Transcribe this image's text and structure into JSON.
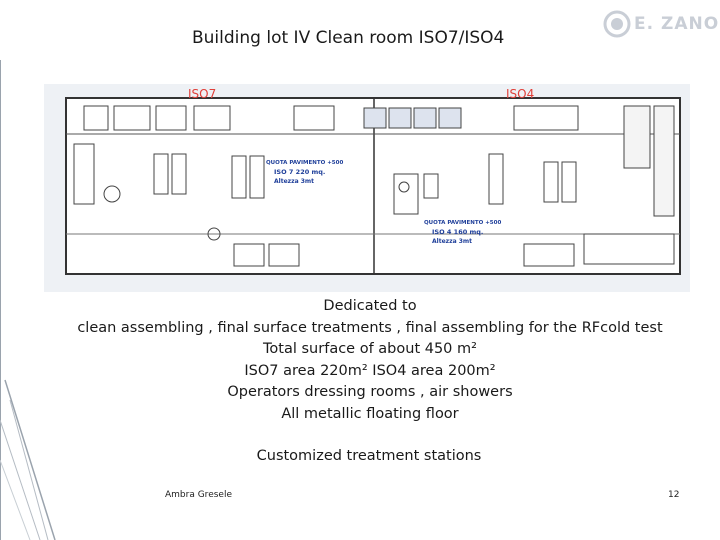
{
  "slide": {
    "title": "Building lot IV   Clean room ISO7/ISO4",
    "logo_text": "E. ZANON",
    "floorplan": {
      "zone_left_label": "ISO7",
      "zone_right_label": "ISO4",
      "quota_left_1": "QUOTA PAVIMENTO +500",
      "quota_left_2": "ISO 7  220 mq.",
      "quota_left_3": "Altezza 3mt",
      "quota_right_1": "QUOTA PAVIMENTO +500",
      "quota_right_2": "ISO 4  160 mq.",
      "quota_right_3": "Altezza 3mt"
    },
    "body_lines": [
      "Dedicated to",
      "clean assembling , final surface treatments , final assembling for the RFcold test",
      "Total surface of about 450 m²",
      "ISO7 area 220m²   ISO4 area 200m²",
      "Operators dressing rooms , air showers",
      "All metallic floating floor"
    ],
    "subtitle": "Customized treatment stations",
    "author": "Ambra Gresele",
    "page_number": "12",
    "colors": {
      "zone_label": "#e0403a",
      "quota_text": "#1f3f9a",
      "plan_bg": "#eef1f5"
    }
  }
}
